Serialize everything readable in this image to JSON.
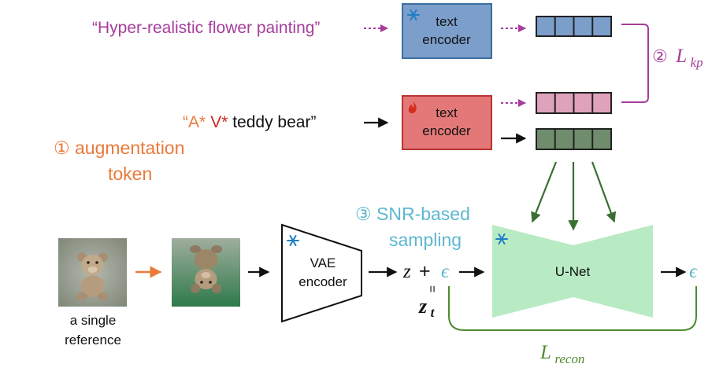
{
  "prompts": {
    "style_prompt": "“Hyper-realistic flower painting”",
    "subject_prefix": "“",
    "subject_token_a": "A*",
    "subject_token_v": "V*",
    "subject_suffix": " teddy bear”"
  },
  "encoders": {
    "frozen_text_encoder": [
      "text",
      "encoder"
    ],
    "trainable_text_encoder": [
      "text",
      "encoder"
    ],
    "vae_encoder": [
      "VAE",
      "encoder"
    ],
    "unet": "U-Net"
  },
  "callouts": {
    "augmentation": [
      "① augmentation",
      "token"
    ],
    "snr_sampling": [
      "③ SNR-based",
      "sampling"
    ],
    "kp_loss_prefix": "②",
    "kp_loss_symbol": "L",
    "kp_loss_subscript": "kp",
    "recon_loss_symbol": "L",
    "recon_loss_subscript": "recon"
  },
  "latent": {
    "z": "z",
    "plus": "+",
    "epsilon": "ϵ",
    "equals": "=",
    "zt_symbol": "z",
    "zt_subscript": "t",
    "output_epsilon": "ϵ"
  },
  "reference_image": {
    "caption": [
      "a single",
      "reference"
    ]
  },
  "icons": {
    "frozen": "snowflake-icon",
    "trainable": "fire-icon"
  },
  "colors": {
    "style_prompt": "#a63d9c",
    "augmentation": "#ea7a3a",
    "snr": "#5fb7cf",
    "token_red": "#cc2a1f",
    "recon": "#4e8a2e",
    "frozen_encoder_fill": "#7c9ecb",
    "frozen_encoder_stroke": "#3d6e9f",
    "trainable_encoder_fill": "#e47878",
    "trainable_encoder_stroke": "#b93434",
    "embedding_blue": "#7c9ecb",
    "embedding_pink": "#e0a1bb",
    "embedding_green": "#6f8c6c",
    "unet_fill": "#b8ebc4",
    "arrow_green": "#3a6e33",
    "snowflake": "#1f7ec4"
  }
}
